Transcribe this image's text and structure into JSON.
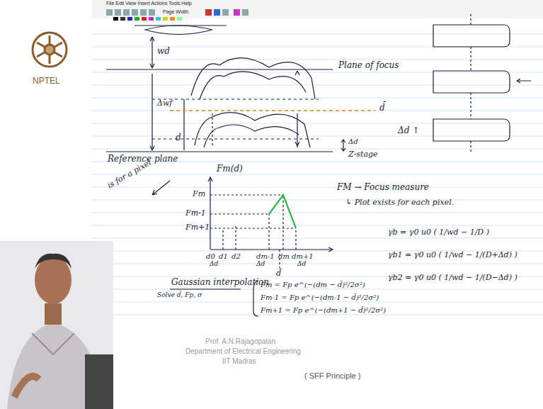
{
  "diagram": {
    "caption": "( SFF Principle )",
    "labels": [
      "File Edit View Insert Actions Tools Help",
      "Page Width",
      "NPTEL",
      "wd",
      "Plane of focus",
      "Δwf",
      "d̄",
      "d",
      "Reference plane",
      "Δd",
      "Z-stage",
      "Δd ↑",
      "Fm(d)",
      "is for a pixel",
      "Fm",
      "Fm-1",
      "Fm+1",
      "d0",
      "d1",
      "d2",
      "dm-1",
      "dm",
      "dm+1",
      "Δd",
      "Δd",
      "Δd",
      "d̄",
      "FM → Focus measure",
      "↳ Plot exists for each pixel.",
      "γb = γ0 u0 ( 1/wd − 1/D )",
      "γb1 = γ0 u0 ( 1/wd − 1/(D+Δd) )",
      "γb2 = γ0 u0 ( 1/wd − 1/(D−Δd) )",
      "Gaussian interpolation",
      "Solve d̄, Fp, σ",
      "Fm = Fp e^(−(dm − d̄)²/2σ²)",
      "Fm-1 = Fp e^(−(dm-1 − d̄)²/2σ²)",
      "Fm+1 = Fp e^(−(dm+1 − d̄)²/2σ²)",
      "Prof. A.N.Rajagopalan",
      "Department of Electrical Engineering",
      "IIT Madras"
    ]
  }
}
